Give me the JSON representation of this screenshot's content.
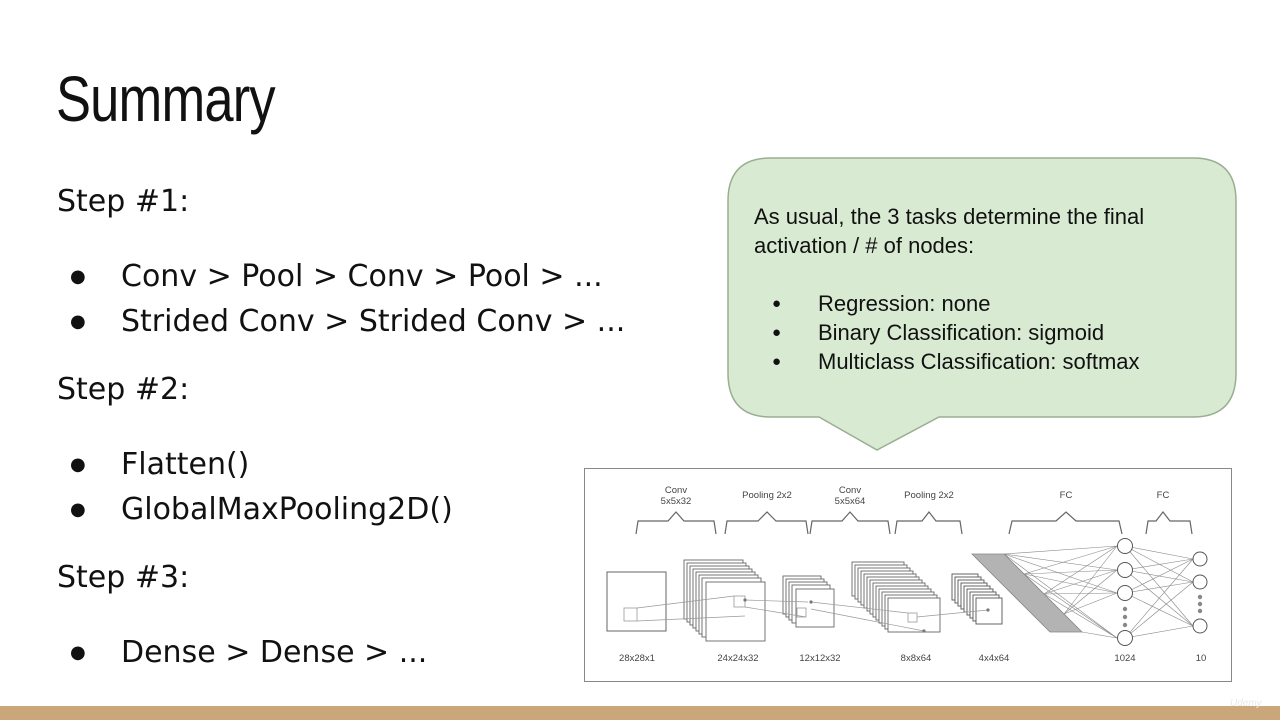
{
  "slide": {
    "title": "Summary",
    "steps": [
      {
        "heading": "Step #1:",
        "bullets": [
          "Conv > Pool > Conv > Pool > ...",
          "Strided Conv > Strided Conv > ..."
        ]
      },
      {
        "heading": "Step #2:",
        "bullets": [
          "Flatten()",
          "GlobalMaxPooling2D()"
        ]
      },
      {
        "heading": "Step #3:",
        "bullets": [
          "Dense > Dense > ..."
        ]
      }
    ]
  },
  "callout": {
    "line1": "As usual, the 3 tasks determine the final",
    "line2": "activation / # of nodes:",
    "items": [
      "Regression: none",
      "Binary Classification: sigmoid",
      "Multiclass Classification: softmax"
    ],
    "fill": "#d9ead3",
    "stroke": "#9aae92"
  },
  "diagram": {
    "layer_labels": {
      "conv1_a": "Conv",
      "conv1_b": "5x5x32",
      "pool1": "Pooling 2x2",
      "conv2_a": "Conv",
      "conv2_b": "5x5x64",
      "pool2": "Pooling 2x2",
      "fc1": "FC",
      "fc2": "FC"
    },
    "shape_labels": {
      "s1": "28x28x1",
      "s2": "24x24x32",
      "s3": "12x12x32",
      "s4": "8x8x64",
      "s5": "4x4x64",
      "s6": "1024",
      "s7": "10"
    }
  },
  "footer": {
    "color": "#c9a77a",
    "watermark": "Udemy"
  }
}
